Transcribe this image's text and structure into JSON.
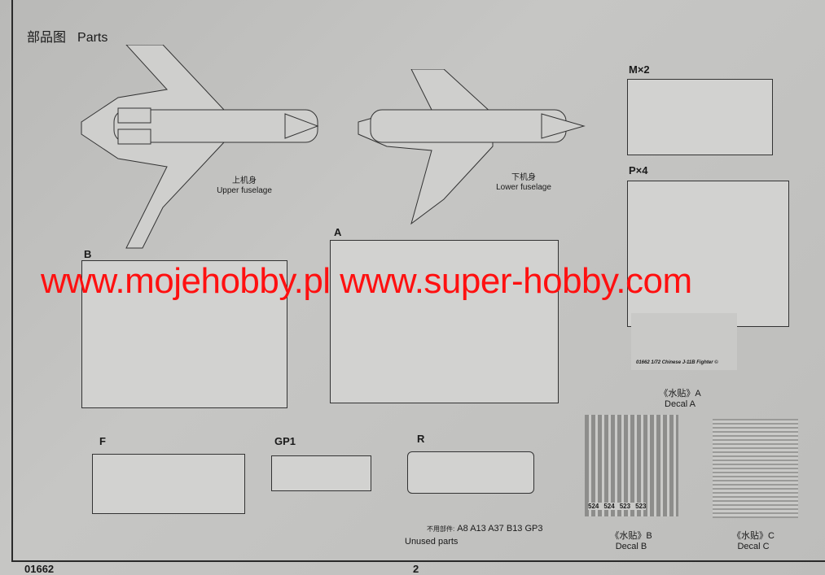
{
  "header": {
    "title_cn": "部品图",
    "title_en": "Parts"
  },
  "fuselage": {
    "upper": {
      "cn": "上机身",
      "en": "Upper fuselage"
    },
    "lower": {
      "cn": "下机身",
      "en": "Lower fuselage"
    }
  },
  "sprues": {
    "m": "M×2",
    "p": "P×4",
    "b": "B",
    "a": "A",
    "f": "F",
    "gp1": "GP1",
    "r": "R"
  },
  "decals": {
    "a": {
      "cn": "《水贴》A",
      "en": "Decal A",
      "sheet_caption": "01662 1/72 Chinese J-11B Fighter ©"
    },
    "b": {
      "cn": "《水贴》B",
      "en": "Decal B",
      "codes": [
        "524",
        "524",
        "523",
        "523"
      ]
    },
    "c": {
      "cn": "《水贴》C",
      "en": "Decal C"
    }
  },
  "unused": {
    "cn": "不用部件:",
    "list": "A8 A13 A37 B13 GP3",
    "en": "Unused parts"
  },
  "watermark": "www.mojehobby.pl www.super-hobby.com",
  "footer": {
    "code": "01662",
    "page": "2"
  }
}
